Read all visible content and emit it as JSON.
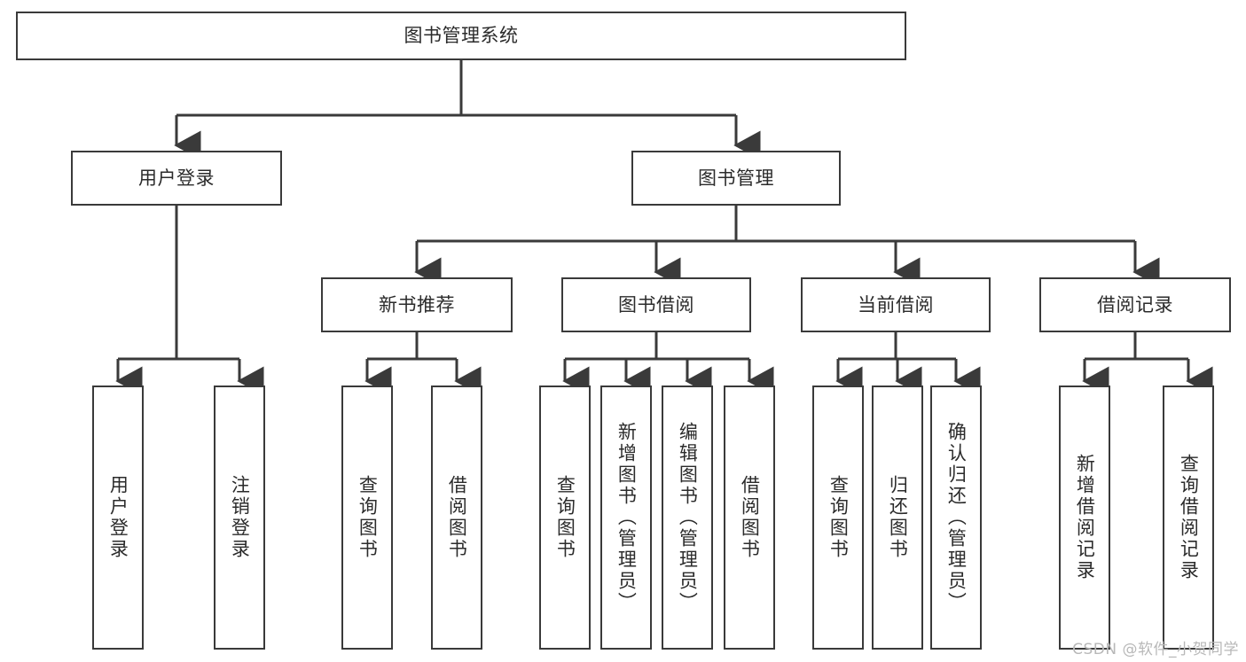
{
  "diagram": {
    "type": "tree-hierarchy",
    "title": "图书管理系统",
    "colors": {
      "node_border": "#3a3a3a",
      "node_fill": "#ffffff",
      "edge": "#3a3a3a",
      "text": "#2b2b2b",
      "watermark": "#b8b8b8",
      "background": "#ffffff"
    },
    "levels": {
      "level1": [
        {
          "id": "root",
          "label": "图书管理系统",
          "orientation": "horizontal"
        }
      ],
      "level2": [
        {
          "id": "user-login",
          "label": "用户登录",
          "orientation": "horizontal",
          "parent": "root"
        },
        {
          "id": "book-manage",
          "label": "图书管理",
          "orientation": "horizontal",
          "parent": "root"
        }
      ],
      "level3": [
        {
          "id": "new-book-rec",
          "label": "新书推荐",
          "orientation": "horizontal",
          "parent": "book-manage"
        },
        {
          "id": "book-borrow",
          "label": "图书借阅",
          "orientation": "horizontal",
          "parent": "book-manage"
        },
        {
          "id": "current-borrow",
          "label": "当前借阅",
          "orientation": "horizontal",
          "parent": "book-manage"
        },
        {
          "id": "borrow-record",
          "label": "借阅记录",
          "orientation": "horizontal",
          "parent": "book-manage"
        }
      ],
      "level4": [
        {
          "id": "leaf-user-login",
          "label": "用户登录",
          "orientation": "vertical",
          "parent": "user-login"
        },
        {
          "id": "leaf-logout",
          "label": "注销登录",
          "orientation": "vertical",
          "parent": "user-login"
        },
        {
          "id": "leaf-query-book-1",
          "label": "查询图书",
          "orientation": "vertical",
          "parent": "new-book-rec"
        },
        {
          "id": "leaf-borrow-book-1",
          "label": "借阅图书",
          "orientation": "vertical",
          "parent": "new-book-rec"
        },
        {
          "id": "leaf-query-book-2",
          "label": "查询图书",
          "orientation": "vertical",
          "parent": "book-borrow"
        },
        {
          "id": "leaf-add-book",
          "label": "新增图书（管理员）",
          "orientation": "vertical",
          "parent": "book-borrow"
        },
        {
          "id": "leaf-edit-book",
          "label": "编辑图书（管理员）",
          "orientation": "vertical",
          "parent": "book-borrow"
        },
        {
          "id": "leaf-borrow-book-2",
          "label": "借阅图书",
          "orientation": "vertical",
          "parent": "book-borrow"
        },
        {
          "id": "leaf-query-book-3",
          "label": "查询图书",
          "orientation": "vertical",
          "parent": "current-borrow"
        },
        {
          "id": "leaf-return-book",
          "label": "归还图书",
          "orientation": "vertical",
          "parent": "current-borrow"
        },
        {
          "id": "leaf-confirm-return",
          "label": "确认归还（管理员）",
          "orientation": "vertical",
          "parent": "current-borrow"
        },
        {
          "id": "leaf-add-record",
          "label": "新增借阅记录",
          "orientation": "vertical",
          "parent": "borrow-record"
        },
        {
          "id": "leaf-query-record",
          "label": "查询借阅记录",
          "orientation": "vertical",
          "parent": "borrow-record"
        }
      ]
    },
    "watermark": "CSDN @软件_小贺同学"
  }
}
